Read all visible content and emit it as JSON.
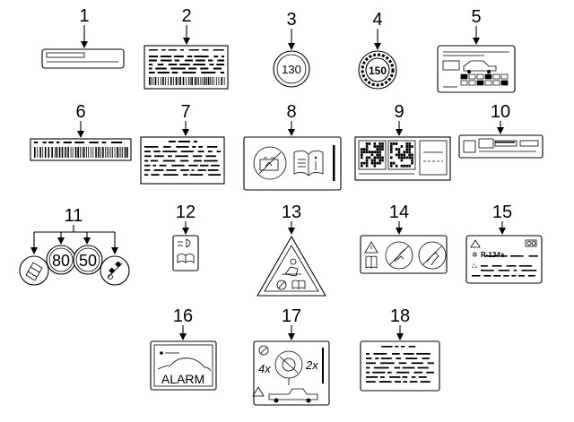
{
  "callouts": [
    {
      "id": "1",
      "text": "1"
    },
    {
      "id": "2",
      "text": "2"
    },
    {
      "id": "3",
      "text": "3"
    },
    {
      "id": "4",
      "text": "4"
    },
    {
      "id": "5",
      "text": "5"
    },
    {
      "id": "6",
      "text": "6"
    },
    {
      "id": "7",
      "text": "7"
    },
    {
      "id": "8",
      "text": "8"
    },
    {
      "id": "9",
      "text": "9"
    },
    {
      "id": "10",
      "text": "10"
    },
    {
      "id": "11",
      "text": "11"
    },
    {
      "id": "12",
      "text": "12"
    },
    {
      "id": "13",
      "text": "13"
    },
    {
      "id": "14",
      "text": "14"
    },
    {
      "id": "15",
      "text": "15"
    },
    {
      "id": "16",
      "text": "16"
    },
    {
      "id": "17",
      "text": "17"
    },
    {
      "id": "18",
      "text": "18"
    }
  ],
  "label_text": {
    "speed_130": "130",
    "speed_150": "150",
    "speed_80": "80",
    "speed_50": "50",
    "refrigerant": "R-134a",
    "alarm": "ALARM",
    "four_x": "4x",
    "two_x": "2x"
  },
  "colors": {
    "ink": "#000000",
    "paper": "#ffffff"
  }
}
